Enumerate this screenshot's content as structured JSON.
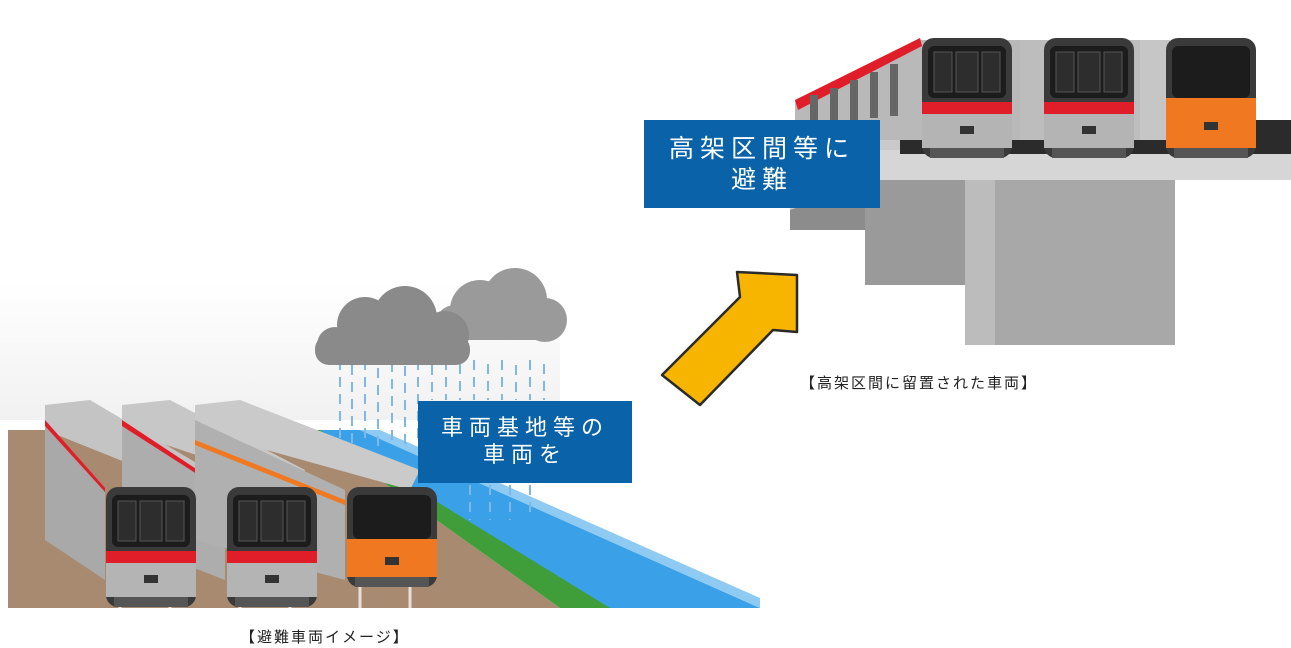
{
  "labels": {
    "top_line1": "高架区間等に",
    "top_line2": "避難",
    "bottom_line1": "車両基地等の",
    "bottom_line2": "車両を"
  },
  "captions": {
    "right": "【高架区間に留置された車両】",
    "left": "【避難車両イメージ】"
  },
  "colors": {
    "label_bg": "#0a62a8",
    "arrow": "#f7b500",
    "train_red": "#e01e2a",
    "train_orange": "#f07820",
    "water": "#3aa0e8",
    "ground": "#a88a70",
    "grass": "#3f9e3a"
  },
  "icons": {
    "arrow": "up-right-arrow",
    "clouds": "rain-cloud"
  }
}
